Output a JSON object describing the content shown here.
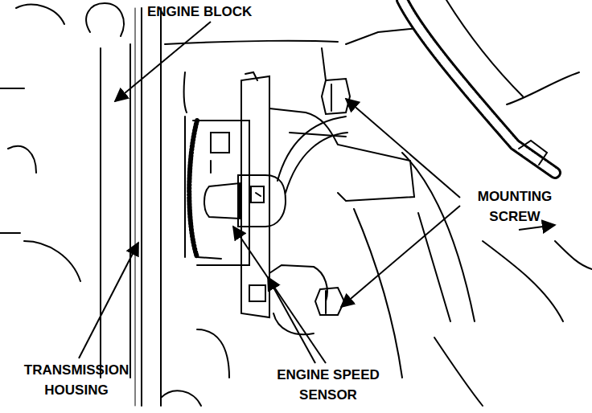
{
  "diagram": {
    "labels": [
      "ENGINE BLOCK",
      "MOUNTING SCREW",
      "TRANSMISSION HOUSING",
      "ENGINE SPEED SENSOR"
    ]
  }
}
